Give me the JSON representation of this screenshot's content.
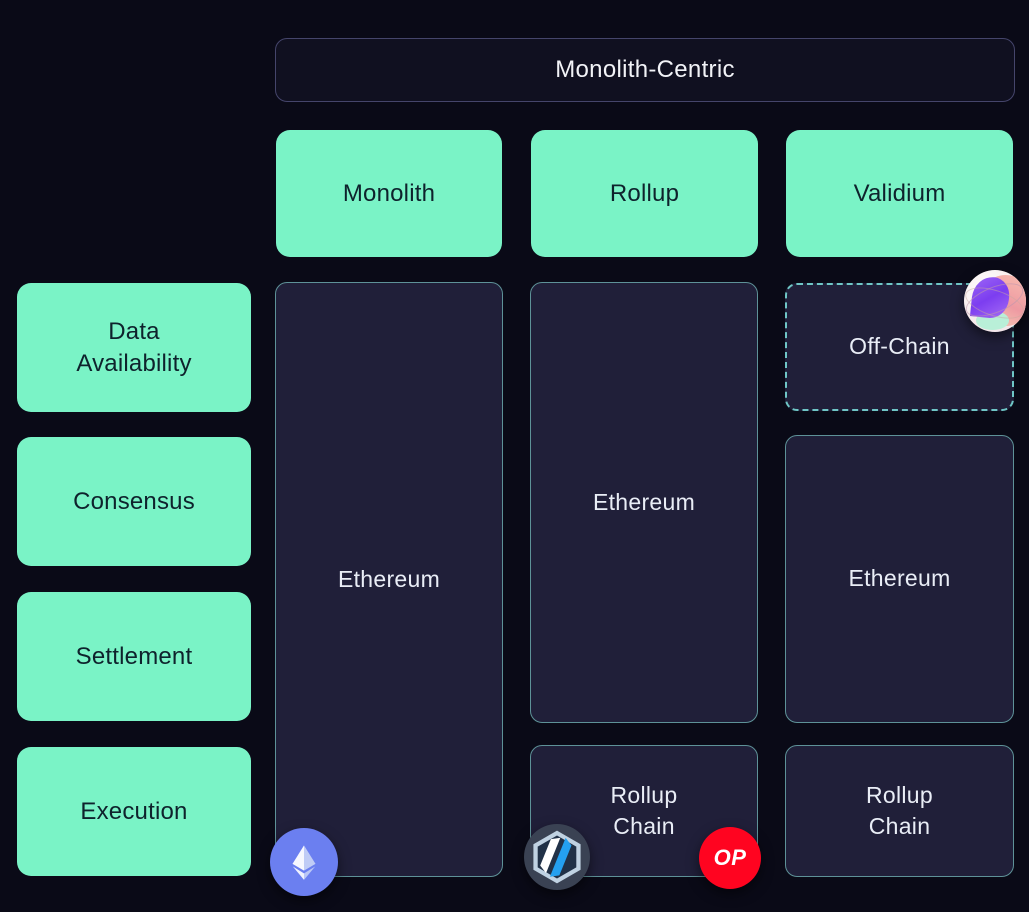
{
  "diagram": {
    "title": "Monolith-Centric",
    "column_headers": [
      "Monolith",
      "Rollup",
      "Validium"
    ],
    "row_labels": [
      "Data\nAvailability",
      "Consensus",
      "Settlement",
      "Execution"
    ],
    "cells": {
      "monolith_stack": "Ethereum",
      "rollup_l1": "Ethereum",
      "rollup_execution": "Rollup\nChain",
      "validium_data_availability": "Off-Chain",
      "validium_l1": "Ethereum",
      "validium_execution": "Rollup\nChain"
    },
    "icons": {
      "ethereum": "ethereum-logo",
      "arbitrum": "arbitrum-logo",
      "optimism_label": "OP",
      "orb": "orbit-orb-logo"
    },
    "colors": {
      "background": "#0a0a17",
      "accent_green": "#7af3c6",
      "green_text": "#0e222c",
      "cell_fill": "#201f39",
      "cell_border": "#5e9298",
      "dashed_border": "#6fc6c6",
      "title_border": "#45456b",
      "optimism_red": "#ff0420",
      "ethereum_blue": "#6b7ff0",
      "arbitrum_circle": "#3a4253"
    }
  }
}
